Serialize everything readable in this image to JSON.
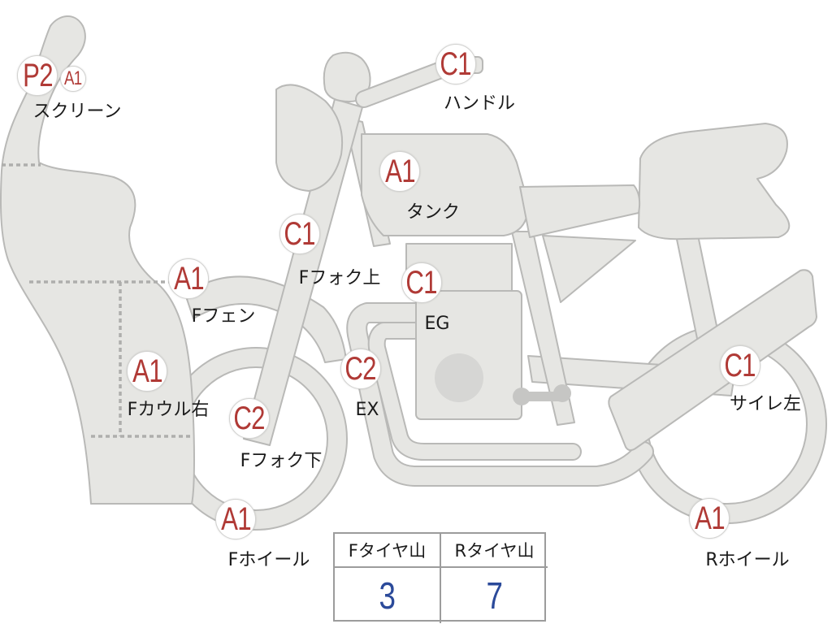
{
  "parts": [
    {
      "id": "screen",
      "grades": [
        "P2",
        "A1"
      ],
      "label": "スクリーン"
    },
    {
      "id": "handle",
      "grades": [
        "C1"
      ],
      "label": "ハンドル"
    },
    {
      "id": "tank",
      "grades": [
        "A1"
      ],
      "label": "タンク"
    },
    {
      "id": "fork-upper",
      "grades": [
        "C1"
      ],
      "label": "Fフォク上"
    },
    {
      "id": "engine",
      "grades": [
        "C1"
      ],
      "label": "EG"
    },
    {
      "id": "front-fender",
      "grades": [
        "A1"
      ],
      "label": "Fフェン"
    },
    {
      "id": "front-cowl-right",
      "grades": [
        "A1"
      ],
      "label": "Fカウル右"
    },
    {
      "id": "exhaust",
      "grades": [
        "C2"
      ],
      "label": "EX"
    },
    {
      "id": "fork-lower",
      "grades": [
        "C2"
      ],
      "label": "Fフォク下"
    },
    {
      "id": "front-wheel",
      "grades": [
        "A1"
      ],
      "label": "Fホイール"
    },
    {
      "id": "silencer-left",
      "grades": [
        "C1"
      ],
      "label": "サイレ左"
    },
    {
      "id": "rear-wheel",
      "grades": [
        "A1"
      ],
      "label": "Rホイール"
    }
  ],
  "tires": {
    "headers": [
      "Fタイヤ山",
      "Rタイヤ山"
    ],
    "values": [
      "3",
      "7"
    ]
  },
  "colors": {
    "grade_text": "#b03a36",
    "tire_value": "#2b4a9a",
    "body_fill": "#e6e6e3",
    "body_outline": "#b9b9b7"
  }
}
